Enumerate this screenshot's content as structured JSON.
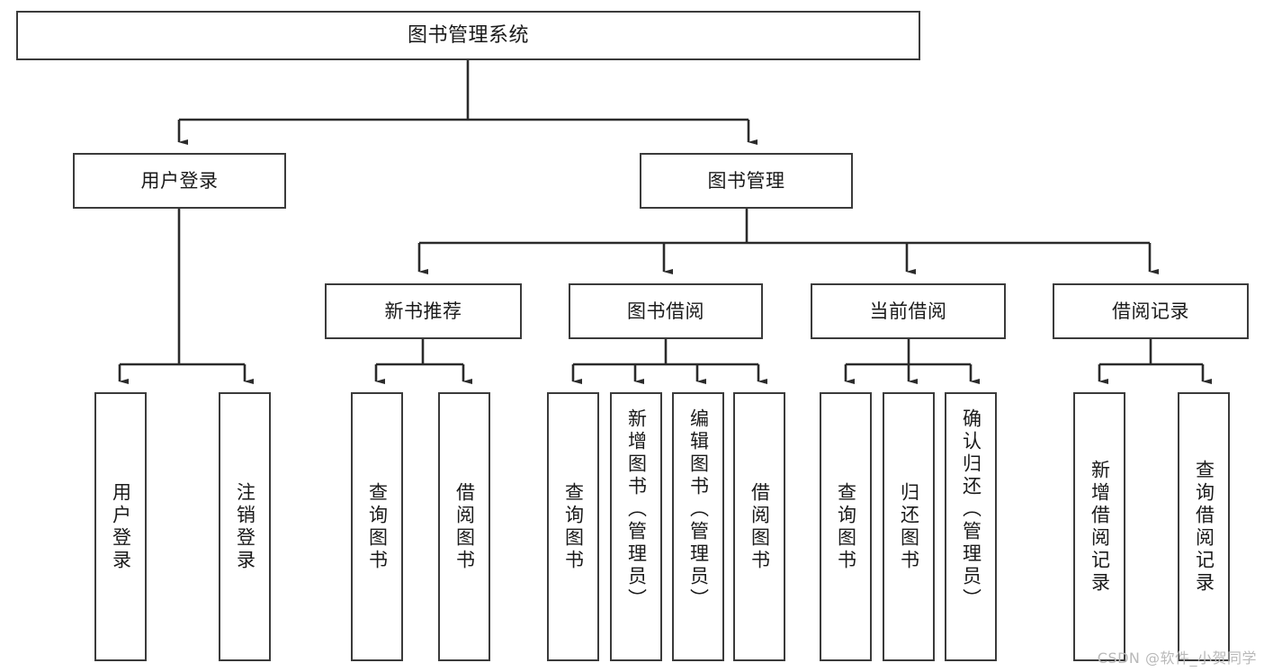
{
  "diagram": {
    "title": "图书管理系统",
    "type": "tree-hierarchy",
    "watermark": "CSDN @软件_小贺同学",
    "colors": {
      "box_border": "#3b3b3b",
      "box_fill": "#ffffff",
      "connector": "#2b2b2b",
      "text": "#1a1a1a",
      "watermark": "#b9b9b9"
    },
    "nodes": {
      "root": {
        "label": "图书管理系统"
      },
      "level2": [
        {
          "label": "用户登录"
        },
        {
          "label": "图书管理"
        }
      ],
      "level3": [
        {
          "label": "新书推荐"
        },
        {
          "label": "图书借阅"
        },
        {
          "label": "当前借阅"
        },
        {
          "label": "借阅记录"
        }
      ],
      "leaves": {
        "user_login": [
          {
            "label": "用户登录"
          },
          {
            "label": "注销登录"
          }
        ],
        "new_book_recommend": [
          {
            "label": "查询图书"
          },
          {
            "label": "借阅图书"
          }
        ],
        "book_borrow": [
          {
            "label": "查询图书"
          },
          {
            "label": "新增图书（管理员）"
          },
          {
            "label": "编辑图书（管理员）"
          },
          {
            "label": "借阅图书"
          }
        ],
        "current_borrow": [
          {
            "label": "查询图书"
          },
          {
            "label": "归还图书"
          },
          {
            "label": "确认归还（管理员）"
          }
        ],
        "borrow_record": [
          {
            "label": "新增借阅记录"
          },
          {
            "label": "查询借阅记录"
          }
        ]
      }
    }
  }
}
